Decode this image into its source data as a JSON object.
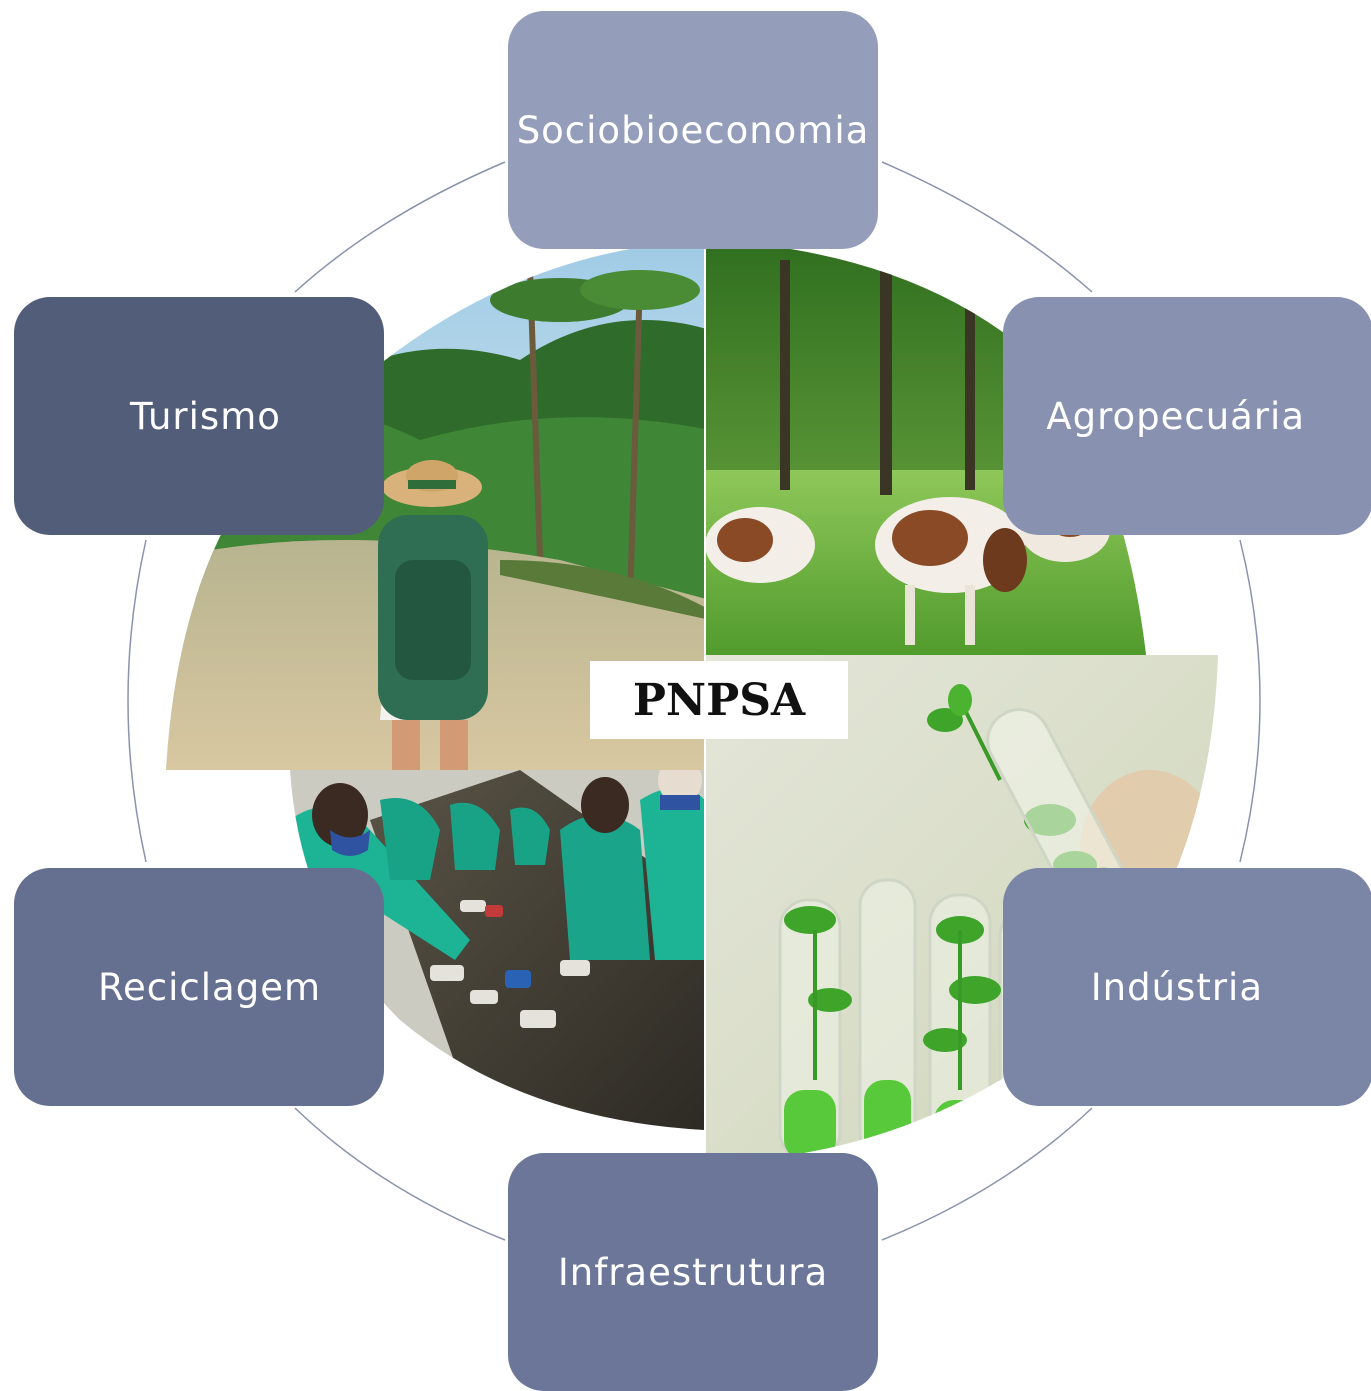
{
  "diagram": {
    "center_label": "PNPSA",
    "nodes": {
      "top": "Sociobioeconomia",
      "top_left": "Turismo",
      "top_right": "Agropecuária",
      "bottom_left": "Reciclagem",
      "bottom_right": "Indústria",
      "bottom": "Infraestrutura"
    },
    "photos": {
      "top_left": "tourist with backpack and straw hat facing a tropical river",
      "top_right": "brown and white cows grazing on green pasture with trees",
      "bottom_left": "workers in green uniforms and masks sorting recyclables on a conveyor",
      "bottom_right": "green plant seedlings growing in laboratory test tubes"
    },
    "colors": {
      "connector": "#8a93ad",
      "node_top": "#949dba",
      "node_top_left": "#525d7a",
      "node_top_right": "#8892b0",
      "node_bottom_left": "#656f8f",
      "node_bottom_right": "#7b86a6",
      "node_bottom": "#6b7698"
    }
  }
}
